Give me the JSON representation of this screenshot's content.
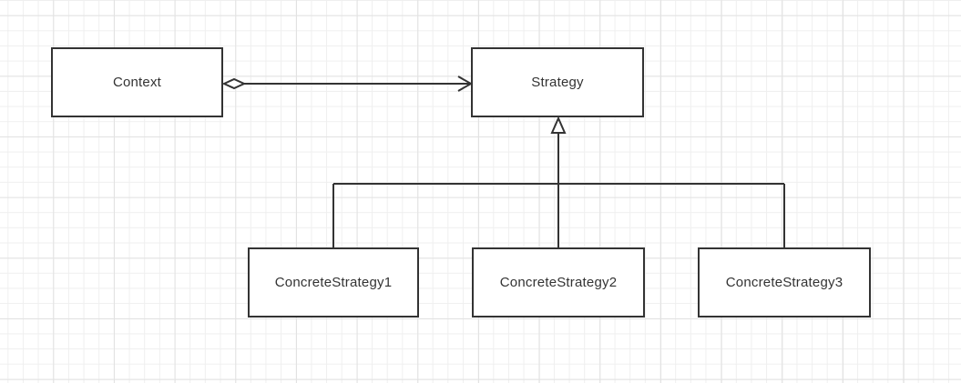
{
  "diagram": {
    "kind": "uml-class-diagram",
    "pattern_name": "Strategy",
    "nodes": [
      {
        "id": "context",
        "label": "Context"
      },
      {
        "id": "strategy",
        "label": "Strategy"
      },
      {
        "id": "concrete-strategy-1",
        "label": "ConcreteStrategy1"
      },
      {
        "id": "concrete-strategy-2",
        "label": "ConcreteStrategy2"
      },
      {
        "id": "concrete-strategy-3",
        "label": "ConcreteStrategy3"
      }
    ],
    "edges": [
      {
        "from": "Context",
        "to": "Strategy",
        "relation": "aggregation",
        "source_marker": "hollow-diamond",
        "target_marker": "open-arrow"
      },
      {
        "from": "ConcreteStrategy1",
        "to": "Strategy",
        "relation": "generalization",
        "target_marker": "hollow-triangle"
      },
      {
        "from": "ConcreteStrategy2",
        "to": "Strategy",
        "relation": "generalization",
        "target_marker": "hollow-triangle"
      },
      {
        "from": "ConcreteStrategy3",
        "to": "Strategy",
        "relation": "generalization",
        "target_marker": "hollow-triangle"
      }
    ],
    "colors": {
      "shape_stroke": "#333333",
      "shape_fill": "#ffffff",
      "text": "#333333",
      "grid_minor": "#efefef",
      "grid_major": "#e2e2e2",
      "background": "#ffffff"
    }
  }
}
